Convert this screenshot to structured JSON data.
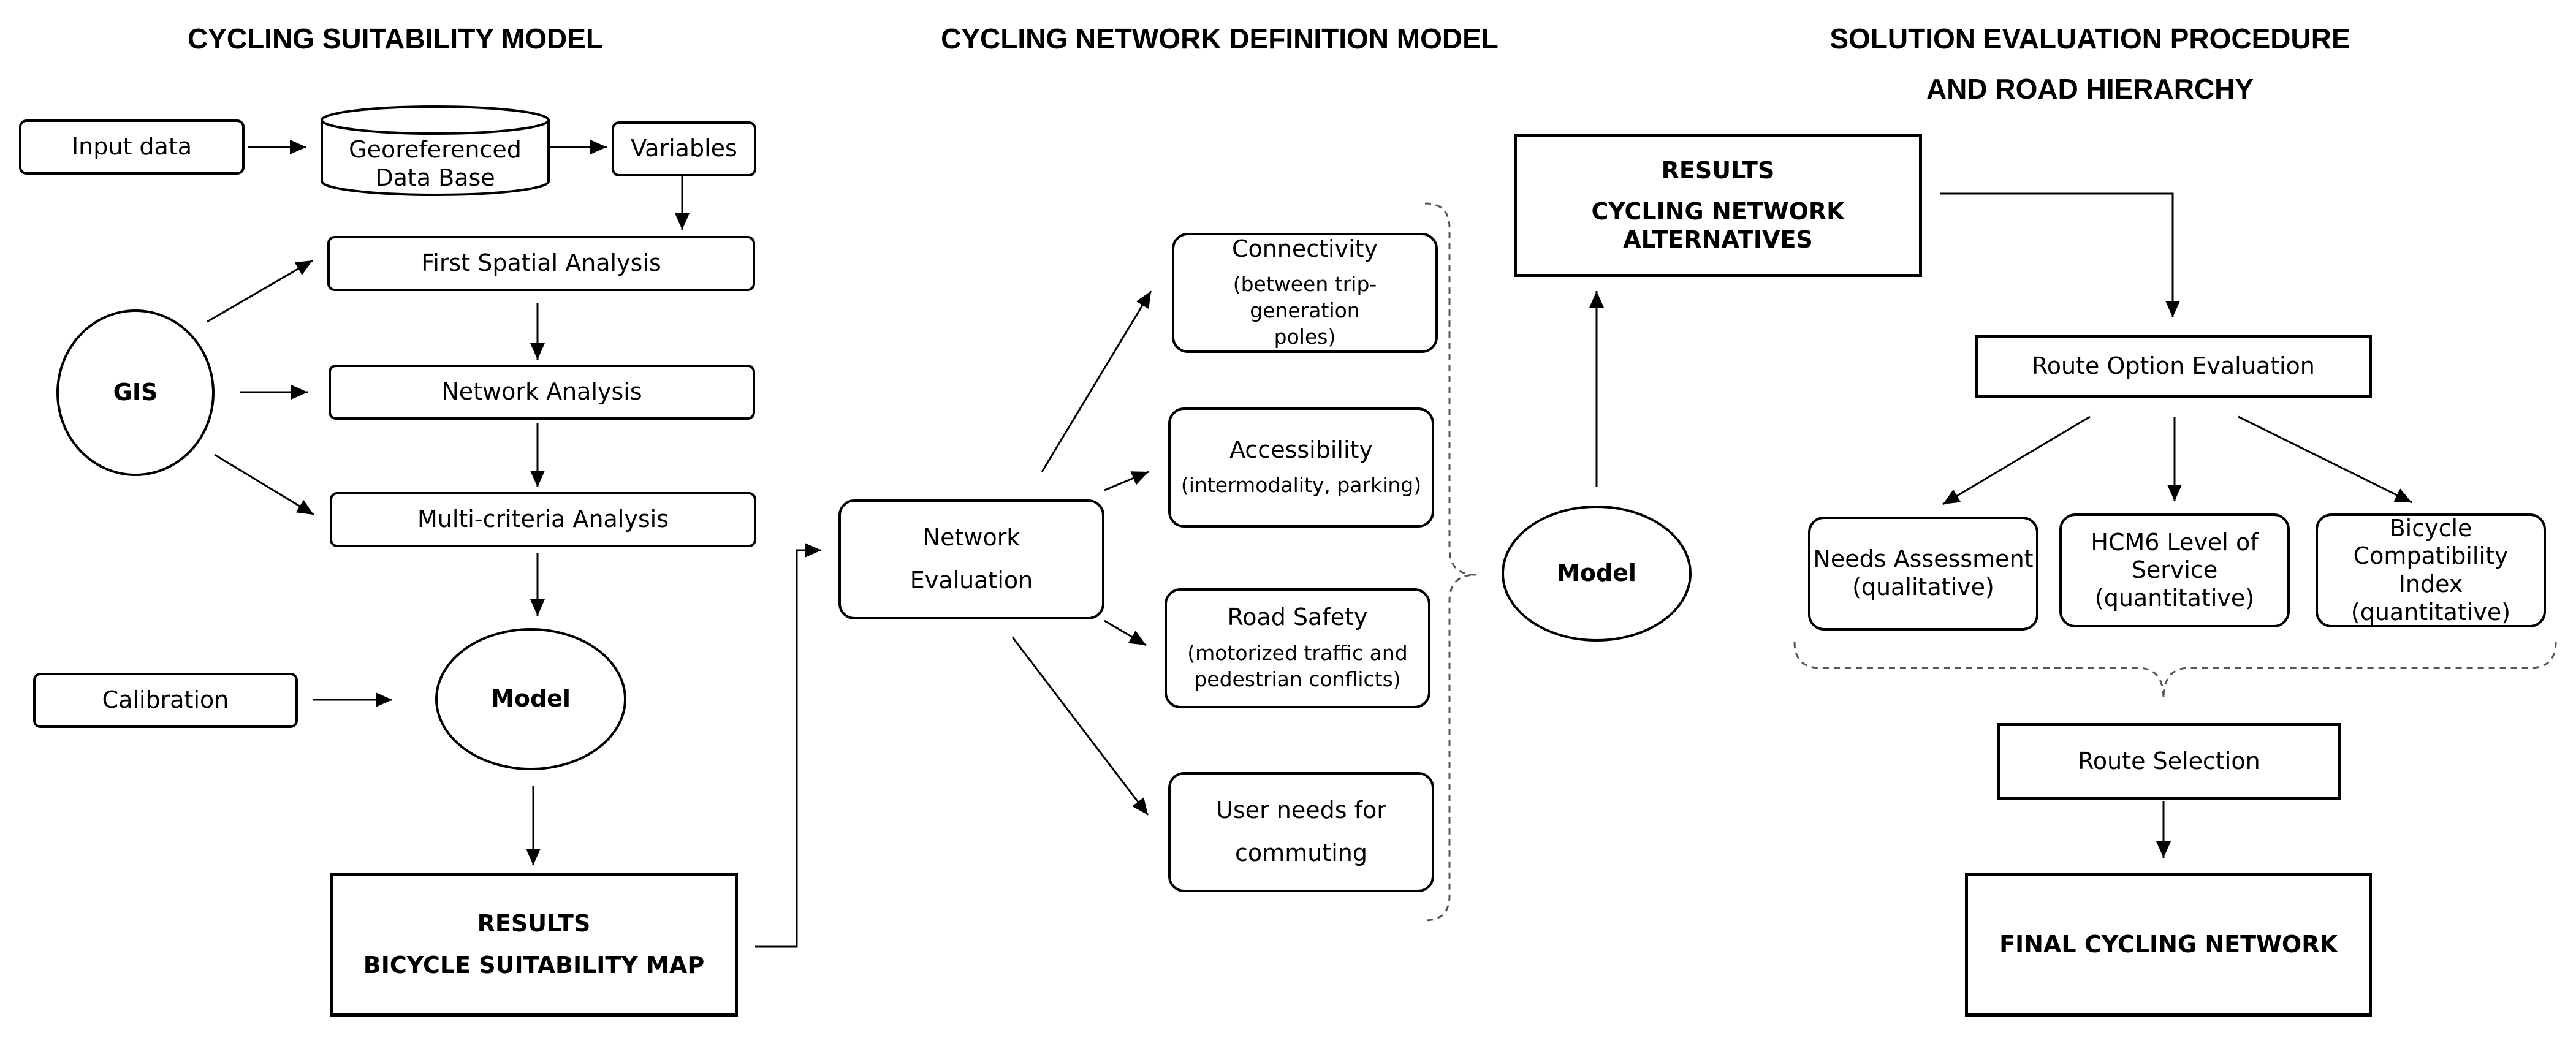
{
  "titles": {
    "left": "CYCLING SUITABILITY MODEL",
    "middle": "CYCLING NETWORK DEFINITION MODEL",
    "right_line1": "SOLUTION EVALUATION PROCEDURE",
    "right_line2": "AND ROAD HIERARCHY"
  },
  "suitability": {
    "input_data": "Input data",
    "database_line1": "Georeferenced",
    "database_line2": "Data Base",
    "variables": "Variables",
    "first_spatial": "First Spatial Analysis",
    "network_analysis": "Network Analysis",
    "multi_criteria": "Multi-criteria Analysis",
    "gis": "GIS",
    "calibration": "Calibration",
    "model": "Model",
    "results_line1": "RESULTS",
    "results_line2": "BICYCLE SUITABILITY MAP"
  },
  "definition": {
    "network_eval_line1": "Network",
    "network_eval_line2": "Evaluation",
    "connectivity": "Connectivity",
    "connectivity_sub": "(between trip-generation poles)",
    "accessibility": "Accessibility",
    "accessibility_sub": "(intermodality, parking)",
    "road_safety": "Road Safety",
    "road_safety_sub": "(motorized traffic and pedestrian conflicts)",
    "user_needs_line1": "User needs for",
    "user_needs_line2": "commuting",
    "model": "Model",
    "results_line1": "RESULTS",
    "results_line2": "CYCLING NETWORK ALTERNATIVES"
  },
  "evaluation": {
    "route_option": "Route Option Evaluation",
    "needs_line1": "Needs Assessment",
    "needs_line2": "(qualitative)",
    "hcm_line1": "HCM6 Level of",
    "hcm_line2": "Service",
    "hcm_line3": "(quantitative)",
    "bci_line1": "Bicycle",
    "bci_line2": "Compatibility",
    "bci_line3": "Index",
    "bci_line4": "(quantitative)",
    "route_selection": "Route Selection",
    "final": "FINAL CYCLING NETWORK"
  }
}
